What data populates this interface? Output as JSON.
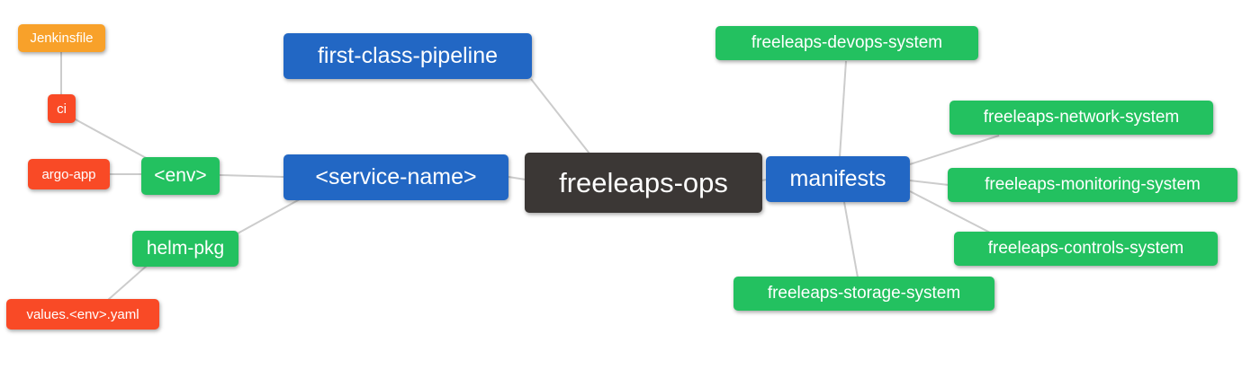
{
  "diagram": {
    "type": "mindmap",
    "root_label": "freeleaps-ops",
    "colors": {
      "blue": "#2267c4",
      "green": "#23c160",
      "red": "#f94a26",
      "orange": "#f8a12a",
      "dark": "#3b3735",
      "edge": "#cccccc",
      "node_text": "#ffffff",
      "background": "#ffffff"
    },
    "nodes": [
      {
        "id": "jenkinsfile",
        "label": "Jenkinsfile",
        "color": "orange"
      },
      {
        "id": "ci",
        "label": "ci",
        "color": "red"
      },
      {
        "id": "argo-app",
        "label": "argo-app",
        "color": "red"
      },
      {
        "id": "env",
        "label": "<env>",
        "color": "green"
      },
      {
        "id": "helm-pkg",
        "label": "helm-pkg",
        "color": "green"
      },
      {
        "id": "values-env-yaml",
        "label": "values.<env>.yaml",
        "color": "red"
      },
      {
        "id": "first-class-pipeline",
        "label": "first-class-pipeline",
        "color": "blue"
      },
      {
        "id": "service-name",
        "label": "<service-name>",
        "color": "blue"
      },
      {
        "id": "freeleaps-ops",
        "label": "freeleaps-ops",
        "color": "dark"
      },
      {
        "id": "manifests",
        "label": "manifests",
        "color": "blue"
      },
      {
        "id": "freeleaps-devops-system",
        "label": "freeleaps-devops-system",
        "color": "green"
      },
      {
        "id": "freeleaps-network-system",
        "label": "freeleaps-network-system",
        "color": "green"
      },
      {
        "id": "freeleaps-monitoring-system",
        "label": "freeleaps-monitoring-system",
        "color": "green"
      },
      {
        "id": "freeleaps-controls-system",
        "label": "freeleaps-controls-system",
        "color": "green"
      },
      {
        "id": "freeleaps-storage-system",
        "label": "freeleaps-storage-system",
        "color": "green"
      }
    ],
    "edges": [
      {
        "from": "jenkinsfile",
        "to": "ci"
      },
      {
        "from": "ci",
        "to": "env"
      },
      {
        "from": "argo-app",
        "to": "env"
      },
      {
        "from": "env",
        "to": "service-name"
      },
      {
        "from": "helm-pkg",
        "to": "service-name"
      },
      {
        "from": "values-env-yaml",
        "to": "helm-pkg"
      },
      {
        "from": "first-class-pipeline",
        "to": "freeleaps-ops"
      },
      {
        "from": "service-name",
        "to": "freeleaps-ops"
      },
      {
        "from": "freeleaps-ops",
        "to": "manifests"
      },
      {
        "from": "manifests",
        "to": "freeleaps-devops-system"
      },
      {
        "from": "manifests",
        "to": "freeleaps-network-system"
      },
      {
        "from": "manifests",
        "to": "freeleaps-monitoring-system"
      },
      {
        "from": "manifests",
        "to": "freeleaps-controls-system"
      },
      {
        "from": "manifests",
        "to": "freeleaps-storage-system"
      }
    ]
  }
}
